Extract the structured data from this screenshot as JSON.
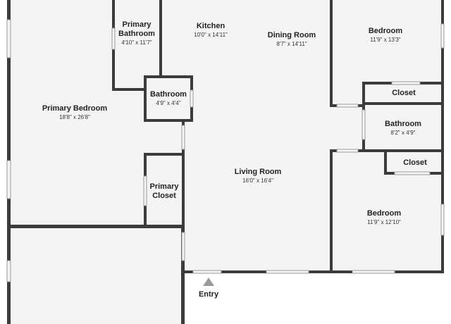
{
  "plan": {
    "wall_color": "#3b3b3b",
    "floor_color": "#f4f4f4",
    "window_color": "#cfd8d8",
    "rooms": [
      {
        "id": "primary-bedroom",
        "name": "Primary Bedroom",
        "dims": "18'8\" x 26'8\""
      },
      {
        "id": "primary-bathroom",
        "name": "Primary Bathroom",
        "dims": "4'10\" x 11'7\""
      },
      {
        "id": "kitchen",
        "name": "Kitchen",
        "dims": "10'0\" x 14'11\""
      },
      {
        "id": "dining-room",
        "name": "Dining Room",
        "dims": "8'7\" x 14'11\""
      },
      {
        "id": "bedroom-upper",
        "name": "Bedroom",
        "dims": "11'9\" x 13'3\""
      },
      {
        "id": "closet-upper",
        "name": "Closet",
        "dims": ""
      },
      {
        "id": "bathroom-small",
        "name": "Bathroom",
        "dims": "4'9\" x 4'4\""
      },
      {
        "id": "bathroom-right",
        "name": "Bathroom",
        "dims": "8'2\" x 4'9\""
      },
      {
        "id": "closet-lower",
        "name": "Closet",
        "dims": ""
      },
      {
        "id": "primary-closet",
        "name": "Primary Closet",
        "dims": ""
      },
      {
        "id": "living-room",
        "name": "Living Room",
        "dims": "16'0\" x 16'4\""
      },
      {
        "id": "bedroom-lower",
        "name": "Bedroom",
        "dims": "11'9\" x 12'10\""
      }
    ],
    "entry_label": "Entry",
    "entry_icon": "triangle-up-icon"
  }
}
